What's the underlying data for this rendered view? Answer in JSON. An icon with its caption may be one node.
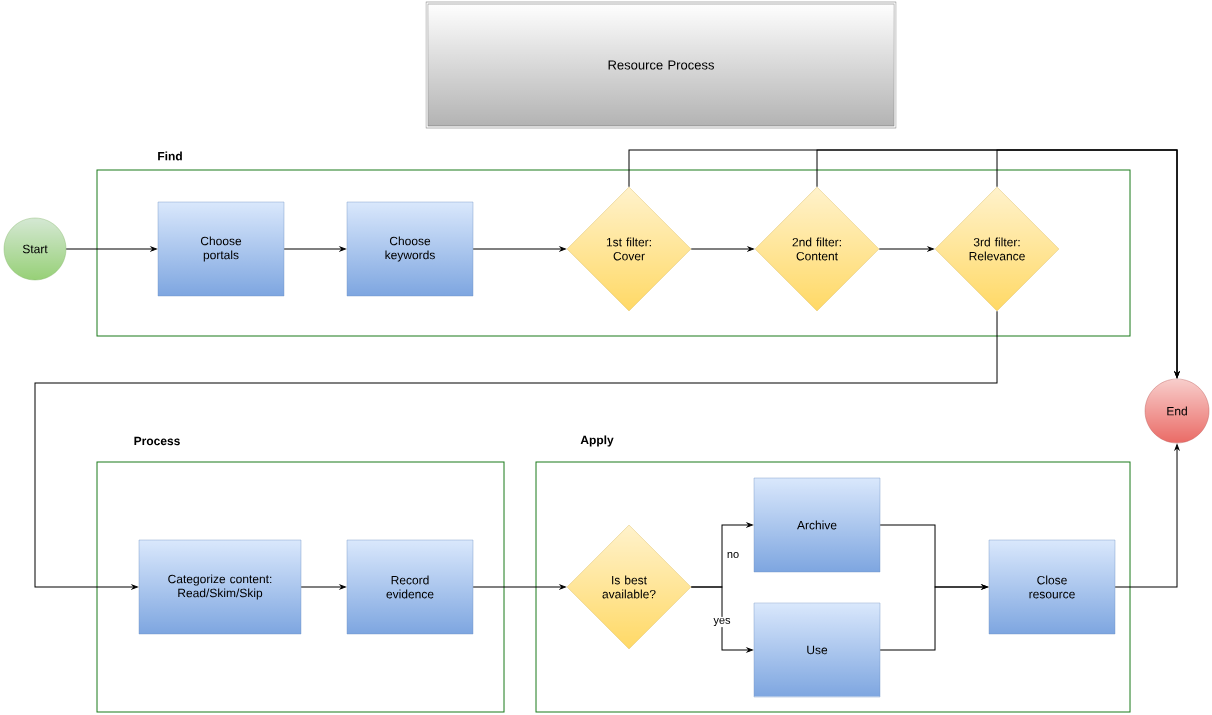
{
  "diagram": {
    "nodes": [
      {
        "text": [
          "Resource Process"
        ]
      },
      {
        "text": [
          "Find"
        ]
      },
      {
        "text": [
          "Start"
        ]
      },
      {
        "text": [
          "Choose portals"
        ],
        "in": 1
      },
      {
        "text": [
          "Choose keywords"
        ],
        "in": 1
      },
      {
        "text": [
          "1st filter: Cover"
        ],
        "in": 1
      },
      {
        "text": [
          "2nd filter: Content"
        ],
        "in": 1
      },
      {
        "text": [
          "3rd filter: Relevance"
        ],
        "in": 1
      },
      {
        "text": [
          "End"
        ]
      },
      {
        "text": [
          "Process"
        ]
      },
      {
        "text": [
          "Categorize content: Read/Skim/Skip"
        ],
        "in": 9
      },
      {
        "text": [
          "Record evidence"
        ],
        "in": 9
      },
      {
        "text": [
          "Apply"
        ]
      },
      {
        "text": [
          "Is best available?"
        ],
        "in": 12
      },
      {
        "text": [
          "Archive"
        ],
        "in": 12
      },
      {
        "text": [
          "Use"
        ],
        "in": 12
      },
      {
        "text": [
          "Close resource"
        ],
        "in": 12
      }
    ],
    "edges": [
      {
        "from": 2,
        "to": 3,
        "arrow": "to"
      },
      {
        "from": 3,
        "to": 4,
        "arrow": "to"
      },
      {
        "from": 4,
        "to": 5,
        "arrow": "to"
      },
      {
        "from": 5,
        "to": 6,
        "arrow": "to"
      },
      {
        "from": 6,
        "to": 7,
        "arrow": "to"
      },
      {
        "from": 5,
        "to": 8,
        "arrow": "to"
      },
      {
        "from": 6,
        "to": 8,
        "arrow": "to"
      },
      {
        "from": 7,
        "to": 8,
        "arrow": "to"
      },
      {
        "from": 7,
        "to": 10,
        "arrow": "to"
      },
      {
        "from": 10,
        "to": 11,
        "arrow": "to"
      },
      {
        "from": 11,
        "to": 13,
        "arrow": "to"
      },
      {
        "from": 13,
        "to": 14,
        "arrow": "to",
        "label": "no"
      },
      {
        "from": 13,
        "to": 15,
        "arrow": "to",
        "label": "yes"
      },
      {
        "from": 14,
        "to": 16,
        "arrow": "to"
      },
      {
        "from": 15,
        "to": 16,
        "arrow": "to"
      },
      {
        "from": 16,
        "to": 8,
        "arrow": "to"
      }
    ]
  }
}
